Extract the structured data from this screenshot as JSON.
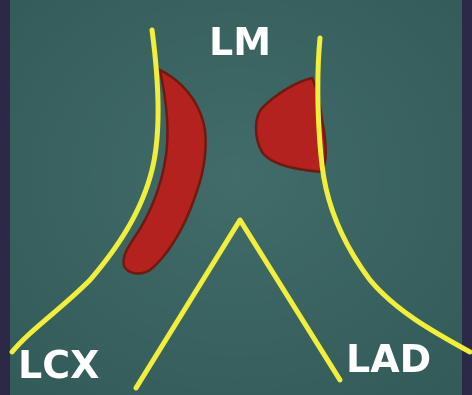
{
  "labels": {
    "top": "LM",
    "bottom_left": "LCX",
    "bottom_right": "LAD"
  },
  "colors": {
    "frame": "#2b2848",
    "panel": "#3b6563",
    "vessel_wall": "#f2ee3c",
    "plaque_fill": "#b3221e",
    "plaque_outline": "#6e1a10",
    "text": "#ffffff"
  }
}
